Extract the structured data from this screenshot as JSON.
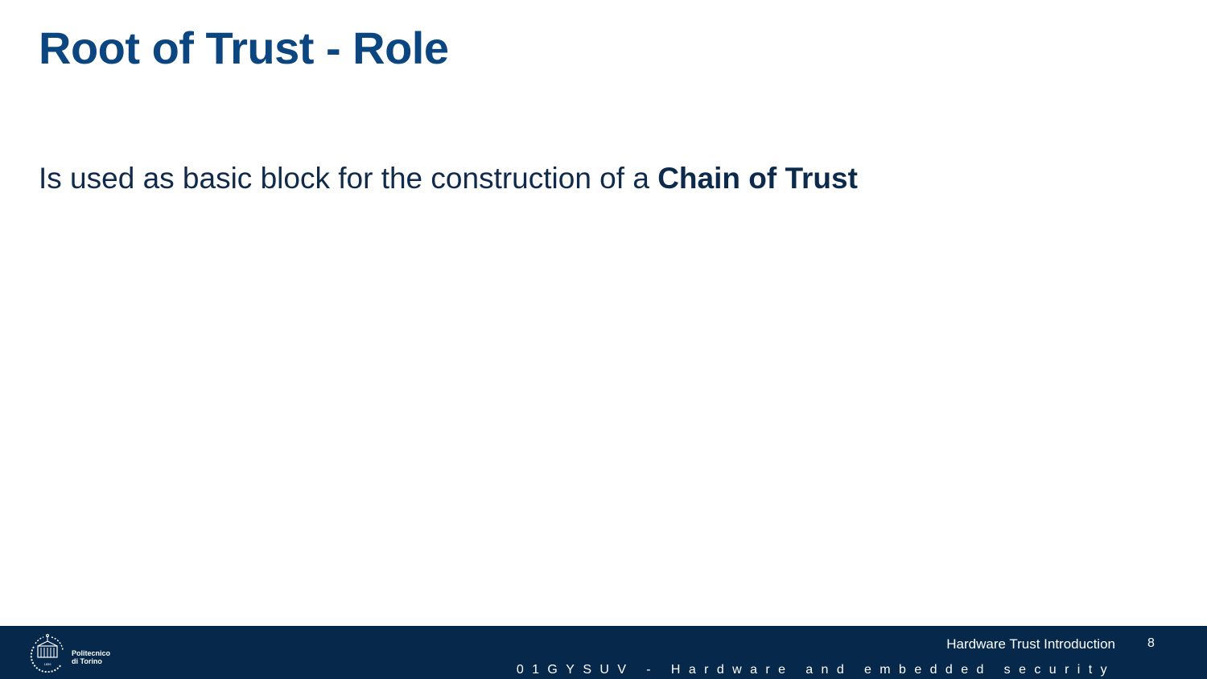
{
  "slide": {
    "title": "Root of Trust - Role",
    "body_text": "Is used as basic block for the construction of a ",
    "body_emphasis": "Chain of Trust"
  },
  "footer": {
    "logo_line1": "Politecnico",
    "logo_line2": "di Torino",
    "logo_year": "1859",
    "lecture_title": "Hardware Trust Introduction",
    "page_number": "8",
    "course_name": "01GYSUV - Hardware and embedded security",
    "background_color": "#06284b"
  },
  "colors": {
    "title": "#0b4680",
    "body_text": "#0f2a4a"
  },
  "icons": {
    "logo": "polito-seal-icon"
  }
}
